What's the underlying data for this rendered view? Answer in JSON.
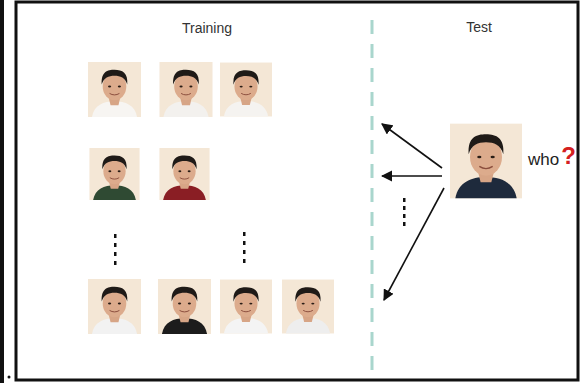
{
  "diagram": {
    "labels": [
      "Training",
      "Test",
      "who",
      "?"
    ]
  }
}
